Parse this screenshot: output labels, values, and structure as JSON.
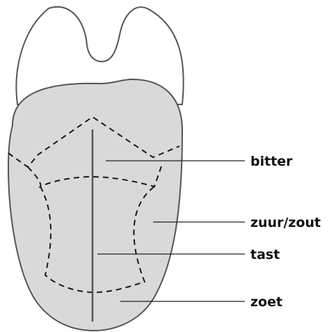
{
  "labels": {
    "bitter": "bitter",
    "zuur_zout": "zuur/zout",
    "tast": "tast",
    "zoet": "zoet"
  },
  "colors": {
    "tongue_fill": "#d9d9d9",
    "outline": "#555555",
    "dashed": "#1a1a1a",
    "leader": "#222222"
  }
}
